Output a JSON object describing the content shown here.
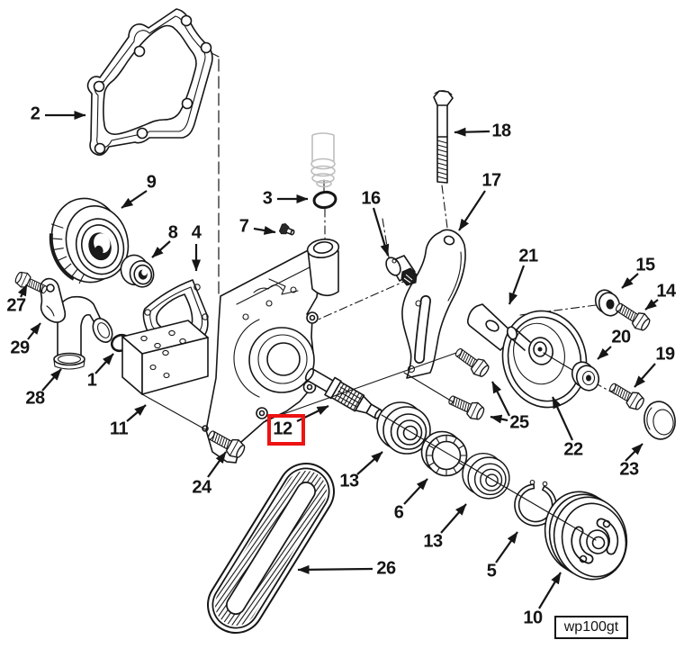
{
  "diagram": {
    "kind": "exploded-parts-diagram",
    "subject": "water pump assembly",
    "code_label": "wp100gt",
    "colors": {
      "line": "#161616",
      "highlight_red": "#ee1212",
      "ghost_gray": "#bdbdbd",
      "background": "#ffffff"
    },
    "highlighted_part": "12",
    "callouts": [
      {
        "label": "2"
      },
      {
        "label": "9"
      },
      {
        "label": "8"
      },
      {
        "label": "4"
      },
      {
        "label": "3"
      },
      {
        "label": "7"
      },
      {
        "label": "27"
      },
      {
        "label": "29"
      },
      {
        "label": "28"
      },
      {
        "label": "1"
      },
      {
        "label": "11"
      },
      {
        "label": "24"
      },
      {
        "label": "12"
      },
      {
        "label": "13"
      },
      {
        "label": "6"
      },
      {
        "label": "13"
      },
      {
        "label": "5"
      },
      {
        "label": "10"
      },
      {
        "label": "26"
      },
      {
        "label": "16"
      },
      {
        "label": "17"
      },
      {
        "label": "18"
      },
      {
        "label": "21"
      },
      {
        "label": "15"
      },
      {
        "label": "14"
      },
      {
        "label": "20"
      },
      {
        "label": "19"
      },
      {
        "label": "22"
      },
      {
        "label": "23"
      },
      {
        "label": "25"
      }
    ]
  }
}
